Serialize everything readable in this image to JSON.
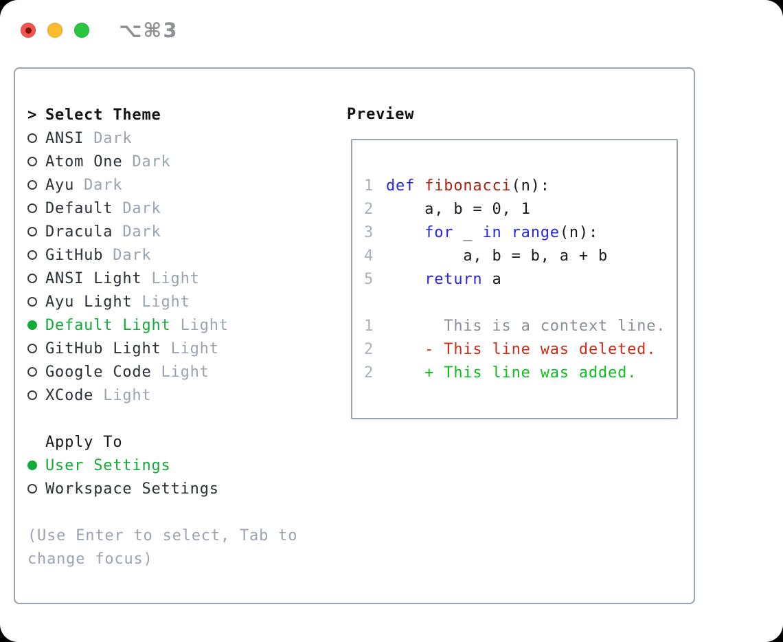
{
  "window": {
    "title_shortcut": "⌥⌘3"
  },
  "theme_picker": {
    "cursor": ">",
    "title": "Select Theme",
    "themes": [
      {
        "name": "ANSI",
        "variant": "Dark",
        "selected": false
      },
      {
        "name": "Atom One",
        "variant": "Dark",
        "selected": false
      },
      {
        "name": "Ayu",
        "variant": "Dark",
        "selected": false
      },
      {
        "name": "Default",
        "variant": "Dark",
        "selected": false
      },
      {
        "name": "Dracula",
        "variant": "Dark",
        "selected": false
      },
      {
        "name": "GitHub",
        "variant": "Dark",
        "selected": false
      },
      {
        "name": "ANSI Light",
        "variant": "Light",
        "selected": false
      },
      {
        "name": "Ayu Light",
        "variant": "Light",
        "selected": false
      },
      {
        "name": "Default Light",
        "variant": "Light",
        "selected": true
      },
      {
        "name": "GitHub Light",
        "variant": "Light",
        "selected": false
      },
      {
        "name": "Google Code",
        "variant": "Light",
        "selected": false
      },
      {
        "name": "XCode",
        "variant": "Light",
        "selected": false
      }
    ],
    "apply_to_title": "Apply To",
    "apply_options": [
      {
        "label": "User Settings",
        "selected": true
      },
      {
        "label": "Workspace Settings",
        "selected": false
      }
    ],
    "hint_lines": [
      "(Use Enter to select, Tab to",
      "change focus)"
    ]
  },
  "preview": {
    "title": "Preview",
    "lines": [
      {
        "num": "1",
        "segs": [
          "def",
          " ",
          "fibonacci",
          "(n):"
        ]
      },
      {
        "num": "2",
        "segs": [
          "    a, b = 0, 1"
        ]
      },
      {
        "num": "3",
        "segs": [
          "    ",
          "for",
          " _ ",
          "in",
          " ",
          "range",
          "(n):"
        ]
      },
      {
        "num": "4",
        "segs": [
          "        a, b = b, a + b"
        ]
      },
      {
        "num": "5",
        "segs": [
          "    ",
          "return",
          " a"
        ]
      },
      {
        "num": "",
        "segs": [
          ""
        ]
      },
      {
        "num": "1",
        "segs": [
          "      This is a context line."
        ]
      },
      {
        "num": "2",
        "segs": [
          "    - This line was deleted."
        ]
      },
      {
        "num": "2",
        "segs": [
          "    + This line was added."
        ]
      }
    ]
  },
  "colors": {
    "accent_green": "#12ab38",
    "keyword_blue": "#2626e6",
    "function_red": "#a8220f",
    "diff_deleted_red": "#cc2b14",
    "diff_added_green": "#0abf1e",
    "context_gray": "#87909a",
    "muted_gray": "#9aa3b0",
    "border_gray": "#9aa2ae",
    "traffic_red": "#f4544d",
    "traffic_yellow": "#fdbc2f",
    "traffic_green": "#29c73e"
  }
}
